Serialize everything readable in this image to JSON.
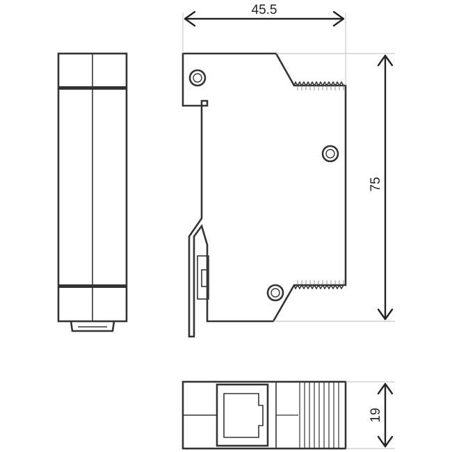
{
  "dimensions": {
    "width": {
      "value": "45.5"
    },
    "height": {
      "value": "75"
    },
    "depth": {
      "value": "19"
    }
  },
  "colors": {
    "line": "#333333",
    "background": "#ffffff"
  }
}
